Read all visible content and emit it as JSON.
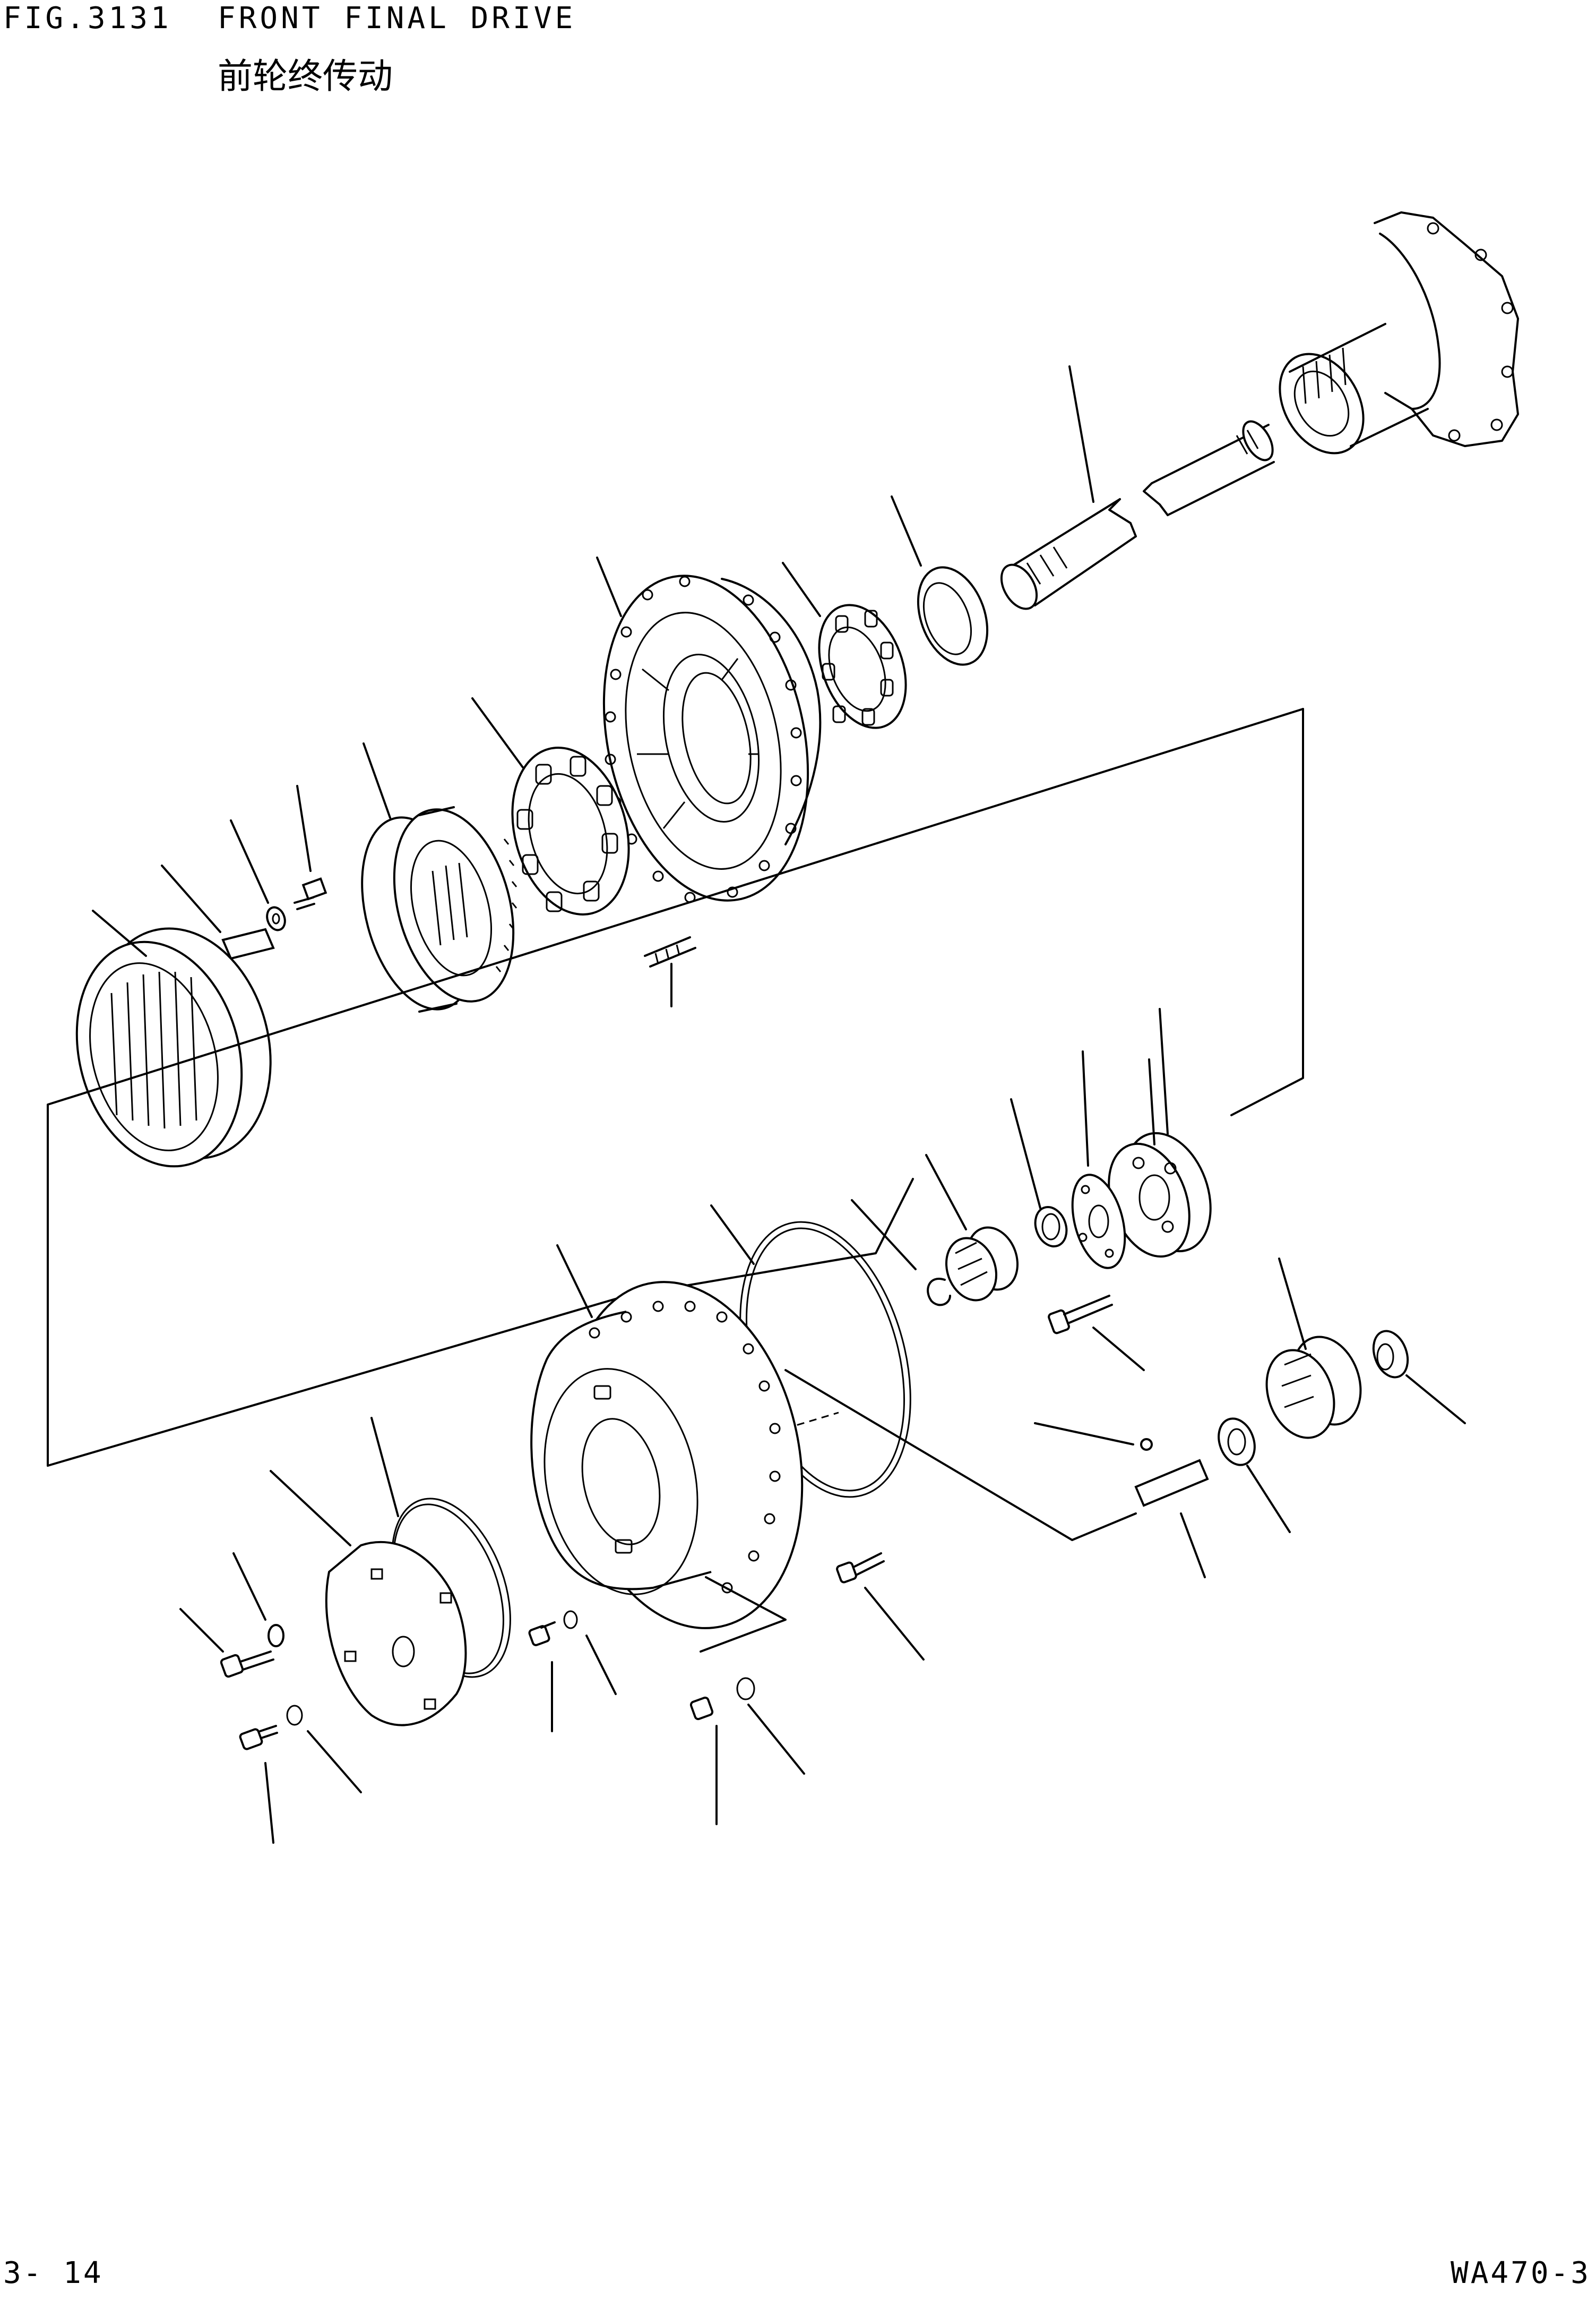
{
  "header": {
    "figure_number": "FIG.3131",
    "title_en": "FRONT FINAL DRIVE",
    "title_cn": "前轮终传动"
  },
  "footer": {
    "page_number": "3- 14",
    "model_code": "WA470-3"
  }
}
